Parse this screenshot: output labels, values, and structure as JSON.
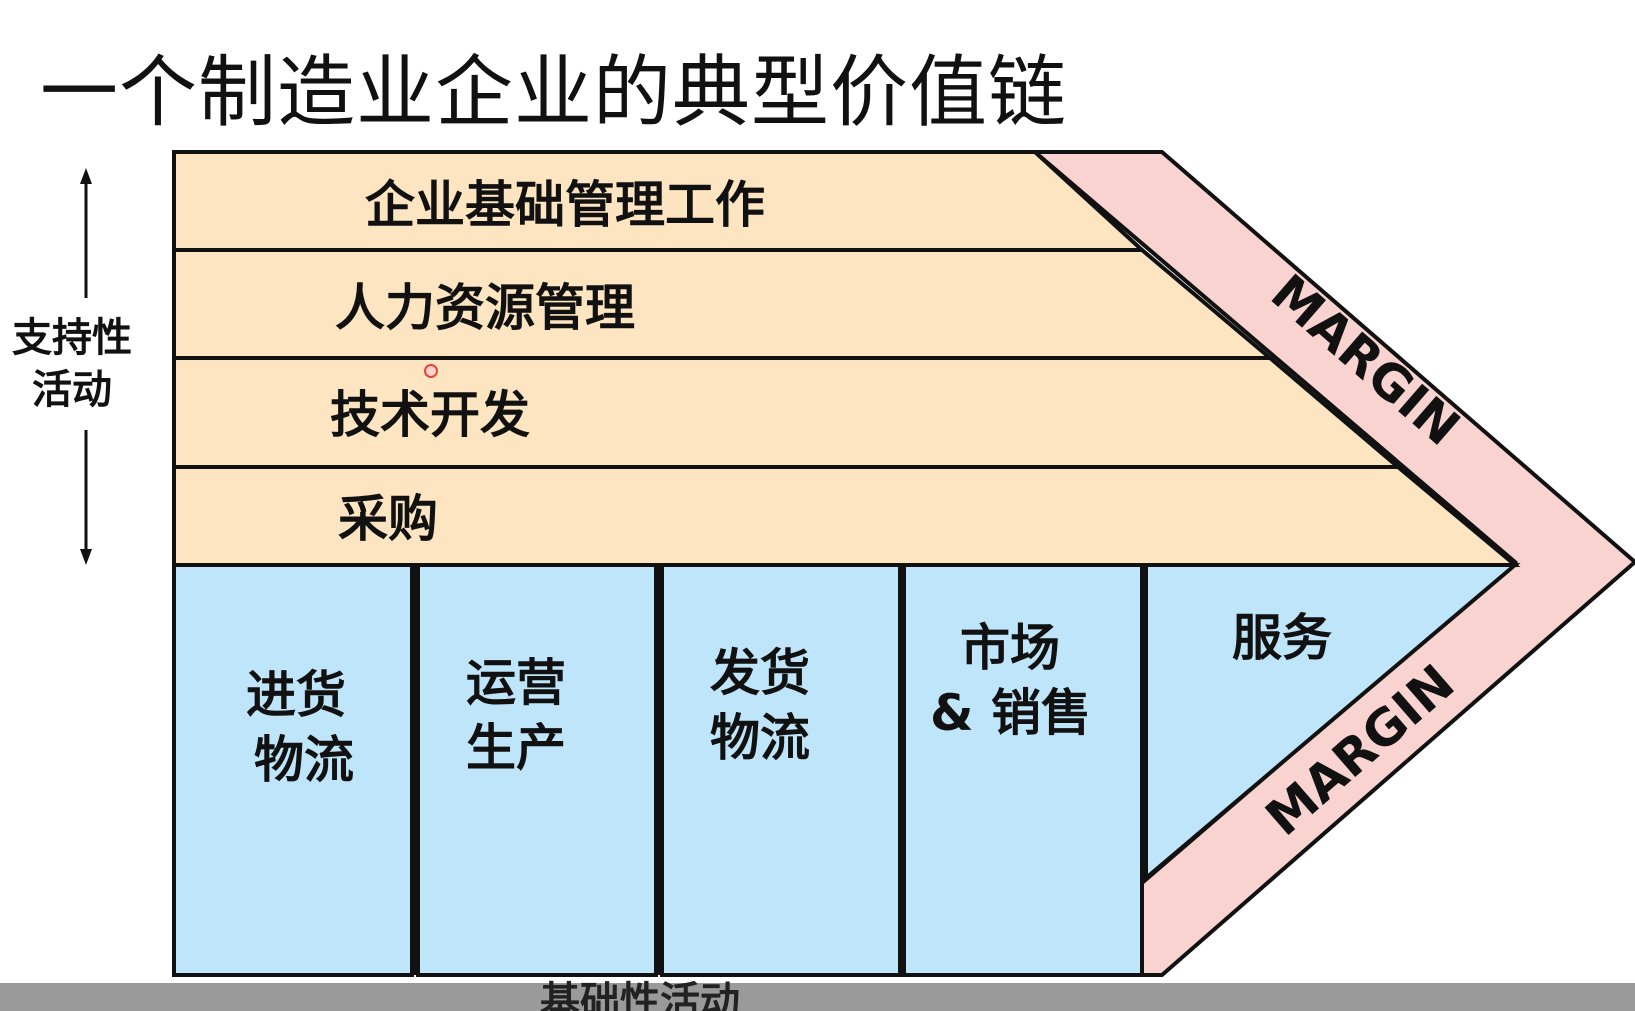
{
  "title": "一个制造业企业的典型价值链",
  "support": {
    "label_line1": "支持性",
    "label_line2": "活动",
    "rows": [
      "企业基础管理工作",
      "人力资源管理",
      "技术开发",
      "采购"
    ]
  },
  "primary": {
    "label": "基础性活动",
    "columns": [
      {
        "line1": "进货",
        "line2": "物流"
      },
      {
        "line1": "运营",
        "line2": "生产"
      },
      {
        "line1": "发货",
        "line2": "物流"
      },
      {
        "line1": "市场",
        "line2": "& 销售"
      },
      {
        "line1": "服务",
        "line2": ""
      }
    ]
  },
  "margin": {
    "top": "MARGIN",
    "bottom": "MARGIN"
  },
  "colors": {
    "support_fill": "#fde5c2",
    "primary_fill": "#bfe5fb",
    "margin_fill": "#f9d3d0",
    "stroke": "#111111",
    "gray_bar": "#9a9a9a"
  }
}
